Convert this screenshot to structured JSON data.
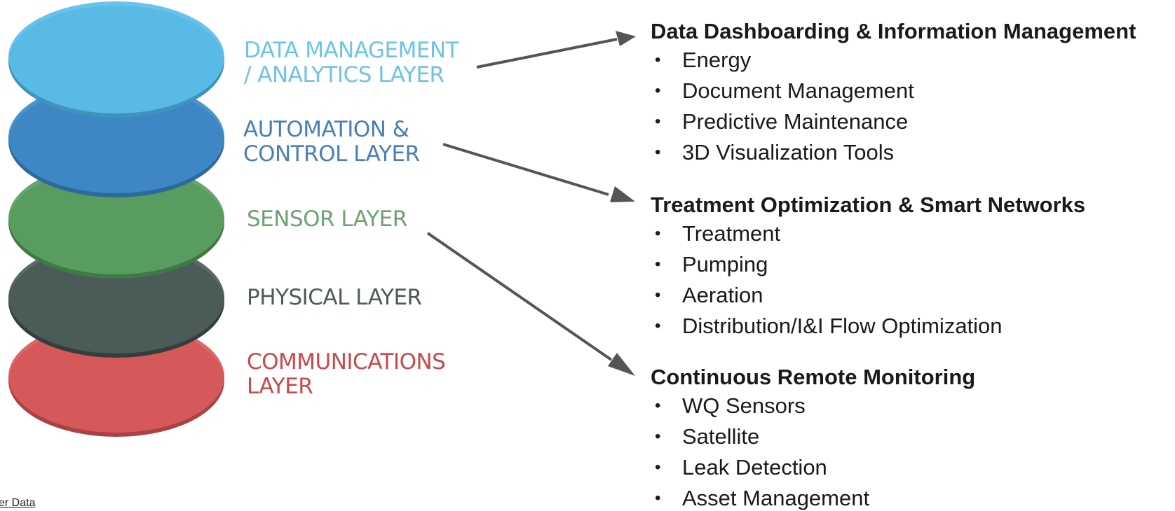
{
  "layers": [
    {
      "id": "data-management",
      "lines": [
        "DATA MANAGEMENT",
        "/ ANALYTICS LAYER"
      ],
      "fill": "#5bbde9",
      "edge": "#3f93bd",
      "text_color": "#6ec3e8"
    },
    {
      "id": "automation",
      "lines": [
        "AUTOMATION &",
        "CONTROL LAYER"
      ],
      "fill": "#3f8bc8",
      "edge": "#2c6a9c",
      "text_color": "#4a7fb5"
    },
    {
      "id": "sensor",
      "lines": [
        "SENSOR LAYER"
      ],
      "fill": "#5a9e62",
      "edge": "#3f7a46",
      "text_color": "#6fa272"
    },
    {
      "id": "physical",
      "lines": [
        "PHYSICAL LAYER"
      ],
      "fill": "#4c5d5a",
      "edge": "#343f3d",
      "text_color": "#4d5b58"
    },
    {
      "id": "communications",
      "lines": [
        "COMMUNICATIONS",
        "LAYER"
      ],
      "fill": "#d95a5c",
      "edge": "#a94244",
      "text_color": "#c9484b"
    }
  ],
  "sections": [
    {
      "id": "dashboarding",
      "title": "Data Dashboarding & Information Management",
      "items": [
        "Energy",
        "Document Management",
        "Predictive Maintenance",
        "3D Visualization Tools"
      ]
    },
    {
      "id": "treatment",
      "title": "Treatment Optimization & Smart Networks",
      "items": [
        "Treatment",
        "Pumping",
        "Aeration",
        "Distribution/I&I Flow Optimization"
      ]
    },
    {
      "id": "monitoring",
      "title": "Continuous Remote Monitoring",
      "items": [
        "WQ Sensors",
        "Satellite",
        "Leak Detection",
        "Asset Management"
      ]
    }
  ],
  "bullet_glyph": "•",
  "footer": {
    "link_text": "er Data"
  },
  "colors": {
    "arrow": "#555555",
    "text": "#1a1a1a"
  }
}
